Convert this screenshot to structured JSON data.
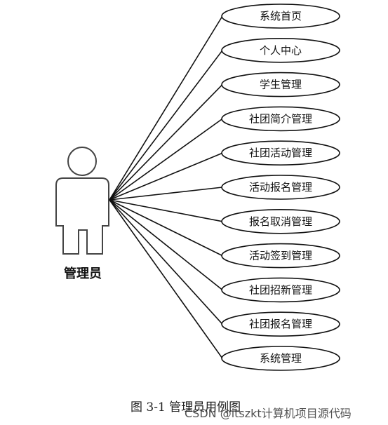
{
  "actor": {
    "label": "管理员"
  },
  "use_cases": [
    {
      "label": "系统首页"
    },
    {
      "label": "个人中心"
    },
    {
      "label": "学生管理"
    },
    {
      "label": "社团简介管理"
    },
    {
      "label": "社团活动管理"
    },
    {
      "label": "活动报名管理"
    },
    {
      "label": "报名取消管理"
    },
    {
      "label": "活动签到管理"
    },
    {
      "label": "社团招新管理"
    },
    {
      "label": "社团报名管理"
    },
    {
      "label": "系统管理"
    }
  ],
  "caption": "图 3-1 管理员用例图",
  "watermark": "CSDN @itszkt计算机项目源代码"
}
